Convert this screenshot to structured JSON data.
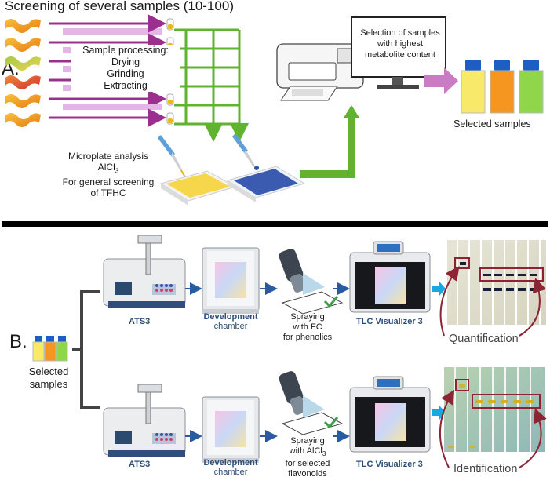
{
  "section_a": {
    "letter": "A.",
    "title": "Screening of several samples (10-100)",
    "processing": [
      "Sample processing:",
      "Drying",
      "Grinding",
      "Extracting"
    ],
    "microplate": [
      "Microplate analysis",
      "AlCl",
      "3",
      "For general screening",
      "of TFHC"
    ],
    "monitor": [
      "Selection of samples",
      "with highest",
      "metabolite content"
    ],
    "selected": "Selected samples"
  },
  "section_b": {
    "letter": "B.",
    "selected": [
      "Selected",
      "samples"
    ],
    "ats3": "ATS3",
    "development": "Development",
    "chamber": "chamber",
    "spray_top": [
      "Spraying",
      "with FC",
      "for phenolics"
    ],
    "spray_bottom": [
      "Spraying",
      "with AlCl",
      "3",
      "for selected",
      "flavonoids"
    ],
    "tlc": "TLC Visualizer 3",
    "quantification": "Quantification",
    "identification": "Identification"
  },
  "colors": {
    "purple_arrow": "#9b2f8e",
    "light_purple": "#e3b6e6",
    "green": "#5fb32e",
    "dark_red": "#8c2434",
    "blue_arrow": "#2a5aa0",
    "cyan_arrow": "#18a7e0"
  },
  "icons": [
    "citrus-peel-icon",
    "test-tube-icon",
    "pipette-icon",
    "microplate-icon",
    "plate-reader-icon",
    "monitor-icon",
    "vial-icon",
    "tlc-sampler-icon",
    "development-chamber-icon",
    "spray-bottle-icon",
    "tlc-visualizer-icon",
    "tlc-plate-image"
  ]
}
